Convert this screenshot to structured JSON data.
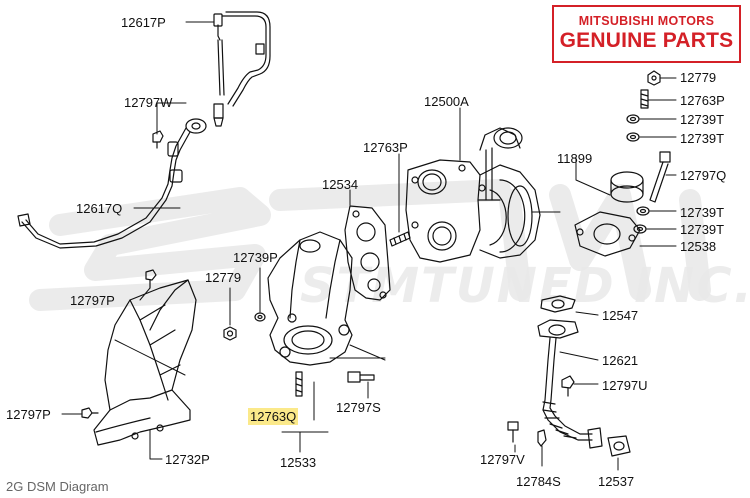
{
  "logo": {
    "line1": "MITSUBISHI MOTORS",
    "line2": "GENUINE PARTS"
  },
  "watermark": {
    "brand": "STM",
    "text": "STMTUNED INC."
  },
  "footer": {
    "caption": "2G DSM Diagram"
  },
  "highlight_color": "#fbe98a",
  "logo_color": "#d42027",
  "labels": [
    "12617P",
    "12797W",
    "12617Q",
    "12797P",
    "12779",
    "12739P",
    "12534",
    "12763P",
    "12500A",
    "11899",
    "12779",
    "12763P",
    "12739T",
    "12739T",
    "12797Q",
    "12739T",
    "12739T",
    "12538",
    "12547",
    "12621",
    "12797U",
    "12797P",
    "12732P",
    "12763Q",
    "12533",
    "12797S",
    "12797V",
    "12784S",
    "12537"
  ]
}
